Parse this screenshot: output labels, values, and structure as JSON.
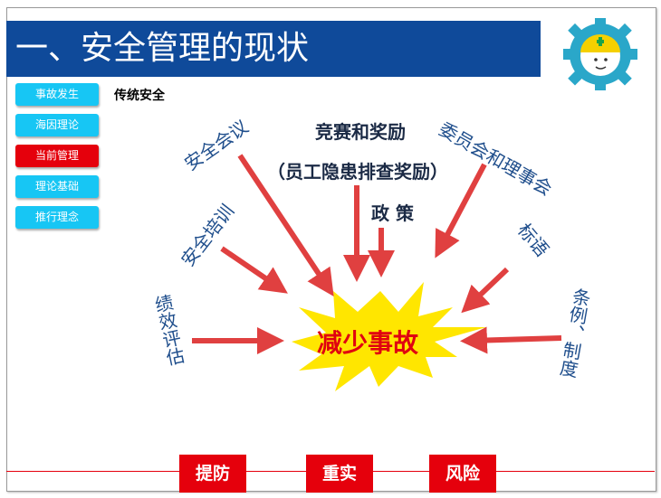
{
  "title": "一、安全管理的现状",
  "nav": [
    {
      "label": "事故发生"
    },
    {
      "label": "海因理论"
    },
    {
      "label": "当前管理"
    },
    {
      "label": "理论基础"
    },
    {
      "label": "推行理念"
    }
  ],
  "subtitle": "传统安全",
  "diagram": {
    "center": "减少事故",
    "labels": {
      "meeting": "安全会议",
      "competition": "竞赛和奖励",
      "competition_note": "（员工隐患排查奖励）",
      "committee": "委员会和理事会",
      "policy": "政 策",
      "training": "安全培训",
      "slogan": "标语",
      "performance": "绩效评估",
      "regulations": "条例、制度"
    }
  },
  "bottom_buttons": [
    {
      "label": "提防"
    },
    {
      "label": "重实"
    },
    {
      "label": "风险"
    }
  ],
  "colors": {
    "title_bg": "#0f4a9a",
    "nav_cyan": "#17c6f4",
    "nav_active": "#e5000c",
    "arrow": "#e04040",
    "burst": "#ffe600"
  }
}
